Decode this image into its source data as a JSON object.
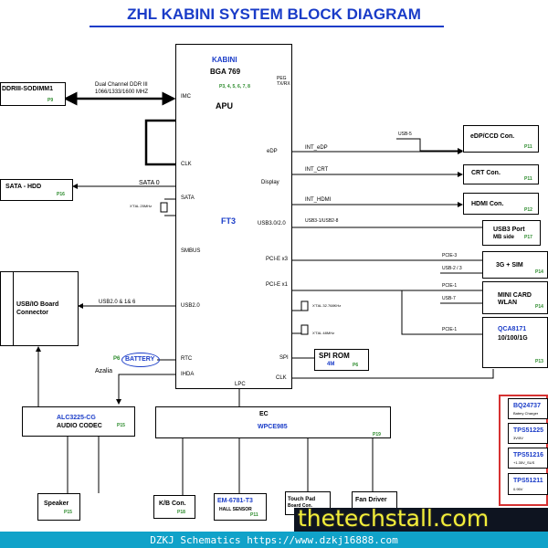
{
  "title": "ZHL KABINI SYSTEM BLOCK DIAGRAM",
  "apu": {
    "name": "KABINI",
    "package": "BGA 769",
    "pages": "P3, 4, 5, 6, 7, 8",
    "label": "APU",
    "core": "FT3",
    "peg": "PEG",
    "peg2": "TX/RX",
    "pins": {
      "imc": "IMC",
      "clk_left": "CLK",
      "sata": "SATA",
      "smbus": "SMBUS",
      "usb20": "USB2.0",
      "rtc": "RTC",
      "ihda": "IHDA",
      "lpc": "LPC",
      "edp": "eDP",
      "display": "Display",
      "usb30": "USB3.0/2.0",
      "pcie_x3": "PCI-E x3",
      "pcie_x1": "PCI-E x1",
      "spi": "SPI",
      "clk_right": "CLK"
    }
  },
  "left": {
    "ddr": {
      "label": "DDRIII-SODIMM1",
      "page": "P9"
    },
    "ddr_bus": {
      "line1": "Dual Channel DDR III",
      "line2": "1066/1333/1600 MHZ"
    },
    "hdd": {
      "label": "SATA - HDD",
      "page": "P16"
    },
    "sata0": "SATA 0",
    "xtal_25": "X'TAL 25MHz",
    "usbio": {
      "line1": "USB/IO Board",
      "line2": "Connector"
    },
    "usb_ports": "USB2.0 & 1& 6",
    "battery": {
      "prefix": "P6",
      "label": "BATTERY"
    },
    "azalia": "Azalia"
  },
  "right": {
    "edp": {
      "signal": "INT_eDP",
      "usb": "USB-5",
      "label": "eDP/CCD  Con.",
      "page": "P11"
    },
    "crt": {
      "signal": "INT_CRT",
      "label": "CRT Con.",
      "page": "P11"
    },
    "hdmi": {
      "signal": "INT_HDMI",
      "label": "HDMI Con.",
      "page": "P12"
    },
    "usb3": {
      "signal": "USB3-1/USB2-8",
      "line1": "USB3 Port",
      "line2": "MB side",
      "page": "P17"
    },
    "sim": {
      "pcie": "PCIE-3",
      "usb": "USB-2 / 3",
      "label": "3G + SIM",
      "page": "P14"
    },
    "wlan": {
      "pcie": "PCIE-1",
      "usb": "USB-7",
      "line1": "MINI CARD",
      "line2": "WLAN",
      "page": "P14"
    },
    "lan": {
      "pcie": "PCIE-1",
      "line1": "QCA8171",
      "line2": "10/100/1G",
      "page": "P13"
    },
    "xtal_32": "X'TAL 32.768KHz",
    "xtal_48": "X'TAL 48MHz",
    "spi_rom": {
      "label": "SPI ROM",
      "size": "4M",
      "page": "P6"
    }
  },
  "power": [
    {
      "label": "BQ24737",
      "desc": "Batery Charger"
    },
    {
      "label": "TPS51225",
      "desc": "3V/5V"
    },
    {
      "label": "TPS51216",
      "desc": "+1.35V_SUS"
    },
    {
      "label": "TPS51211",
      "desc": "0.95V"
    }
  ],
  "bottom": {
    "codec": {
      "line1": "ALC3225-CG",
      "line2": "AUDIO CODEC",
      "page": "P15"
    },
    "ec": {
      "label": "EC",
      "chip": "WPCE985",
      "page": "P19"
    },
    "speaker": {
      "label": "Speaker",
      "page": "P15"
    },
    "kb": {
      "label": "K/B Con.",
      "page": "P18"
    },
    "hall": {
      "line1": "EM-6781-T3",
      "line2": "HALL SENSOR",
      "page": "P11"
    },
    "touchpad": {
      "line1": "Touch Pad",
      "line2": "Board Con."
    },
    "fan": {
      "label": "Fan Driver"
    }
  },
  "footer": "DZKJ Schematics https://www.dzkj16888.com",
  "watermark": "thetechstall.com"
}
